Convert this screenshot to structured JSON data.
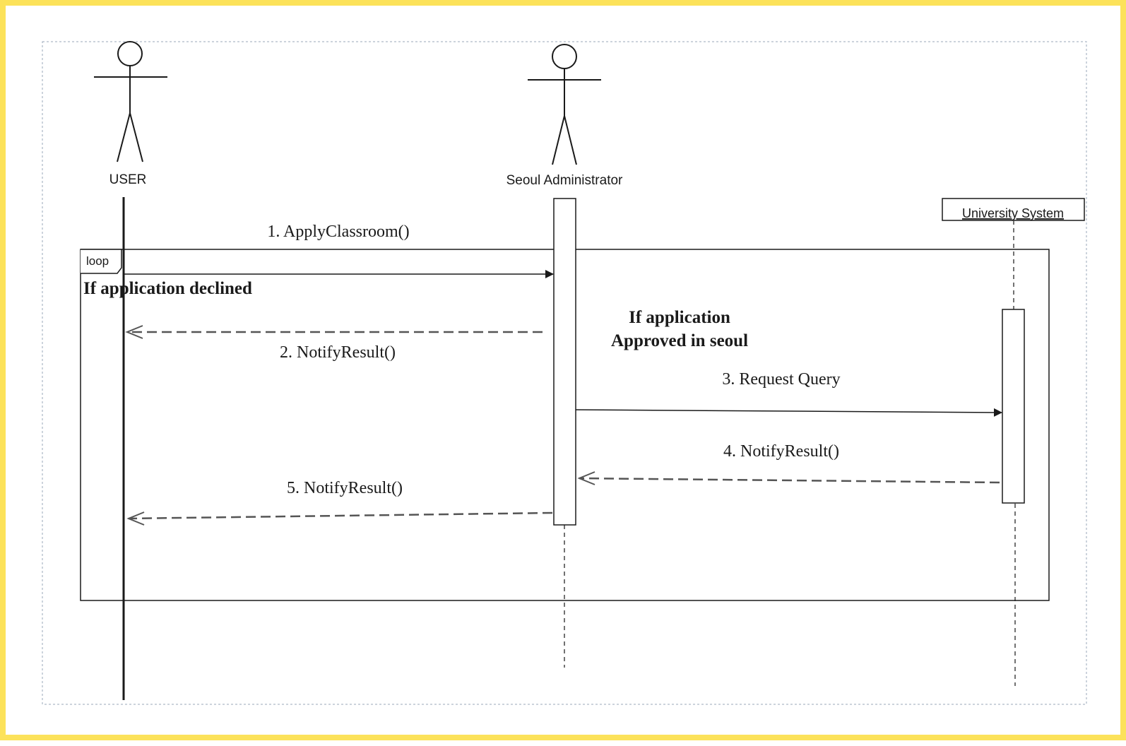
{
  "diagram": {
    "type": "sequence",
    "participants": {
      "user": "USER",
      "admin": "Seoul Administrator",
      "system": "University System"
    },
    "fragment": {
      "operator": "loop",
      "guard_declined": "If application declined",
      "guard_approved_line1": "If application",
      "guard_approved_line2": "Approved in seoul"
    },
    "messages": {
      "m1": "1. ApplyClassroom()",
      "m2": "2. NotifyResult()",
      "m3": "3. Request Query",
      "m4": "4. NotifyResult()",
      "m5": "5. NotifyResult()"
    },
    "colors": {
      "line": "#1a1a1a",
      "dashed_return": "#555555",
      "frame_border": "#fce25a",
      "dotted_boundary": "#9aa7b8"
    }
  }
}
